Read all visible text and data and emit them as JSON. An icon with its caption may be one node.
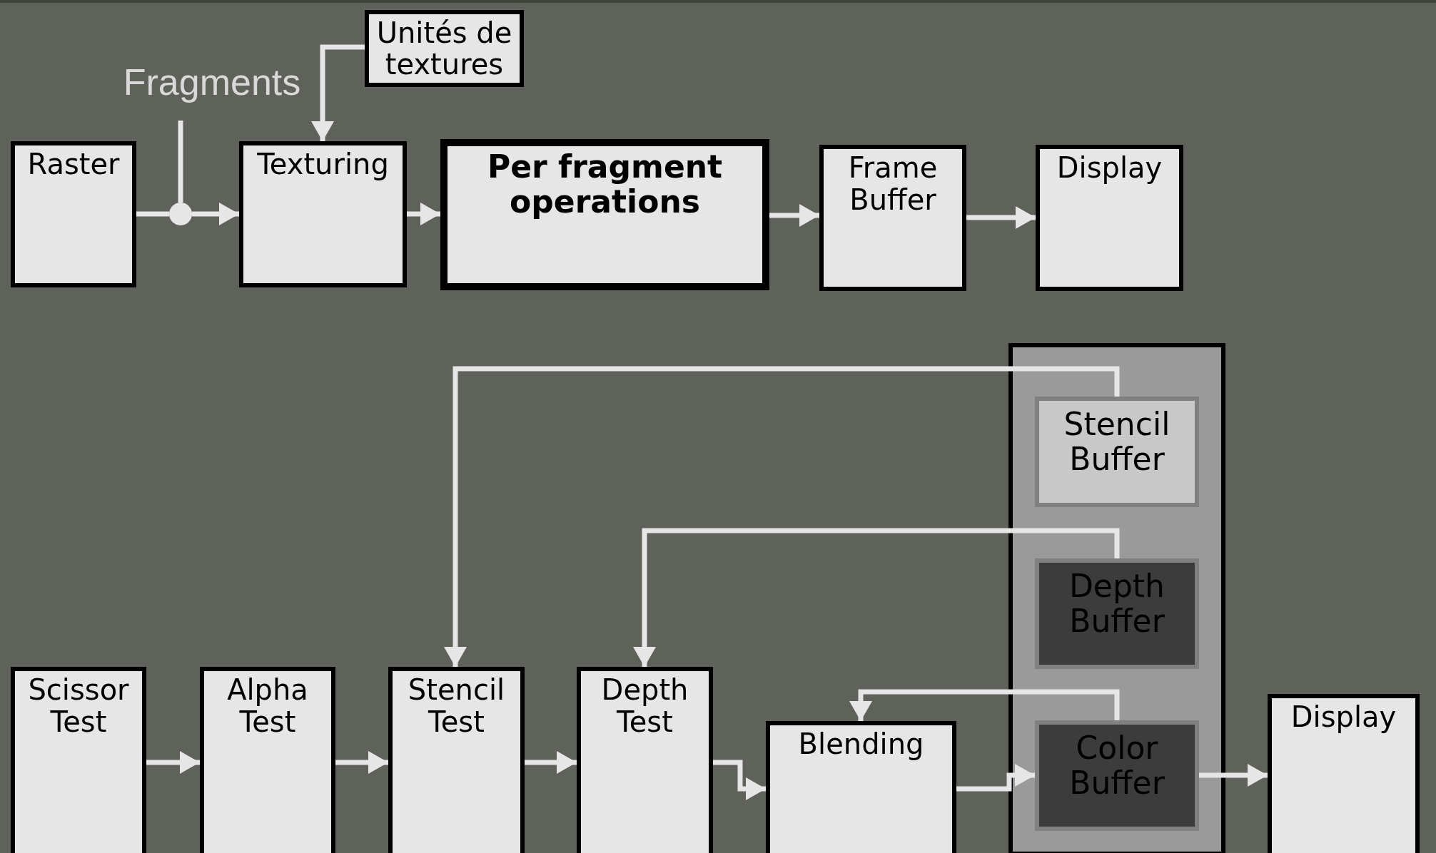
{
  "diagram": {
    "nodes": [
      {
        "text": [
          "Unités de textures"
        ]
      },
      {
        "text": [
          "Fragments"
        ]
      },
      {
        "text": [
          "Raster"
        ]
      },
      {
        "text": [],
        "shape": "circle"
      },
      {
        "text": [
          "Texturing"
        ]
      },
      {
        "text": [
          "Per fragment operations"
        ]
      },
      {
        "text": [
          "Frame Buffer"
        ]
      },
      {
        "text": [
          "Display"
        ]
      },
      {
        "text": [],
        "shape": "box"
      },
      {
        "text": [
          "Stencil Buffer"
        ],
        "in": 8
      },
      {
        "text": [
          "Depth Buffer"
        ],
        "in": 8
      },
      {
        "text": [
          "Scissor Test"
        ]
      },
      {
        "text": [
          "Alpha Test"
        ]
      },
      {
        "text": [
          "Stencil Test"
        ]
      },
      {
        "text": [
          "Depth Test"
        ]
      },
      {
        "text": [
          "Blending"
        ]
      },
      {
        "text": [
          "Color Buffer"
        ],
        "in": 8
      },
      {
        "text": [
          "Display"
        ]
      }
    ],
    "edges": [
      {
        "from": 2,
        "to": 3,
        "arrow": "none"
      },
      {
        "from": 1,
        "to": 3,
        "arrow": "none"
      },
      {
        "from": 3,
        "to": 4,
        "arrow": "to"
      },
      {
        "from": 0,
        "to": 4,
        "arrow": "to"
      },
      {
        "from": 4,
        "to": 5,
        "arrow": "to"
      },
      {
        "from": 5,
        "to": 6,
        "arrow": "to"
      },
      {
        "from": 6,
        "to": 7,
        "arrow": "to"
      },
      {
        "from": 11,
        "to": 12,
        "arrow": "to"
      },
      {
        "from": 12,
        "to": 13,
        "arrow": "to"
      },
      {
        "from": 13,
        "to": 14,
        "arrow": "to"
      },
      {
        "from": 14,
        "to": 15,
        "arrow": "to"
      },
      {
        "from": 15,
        "to": 16,
        "arrow": "to"
      },
      {
        "from": 16,
        "to": 17,
        "arrow": "to"
      },
      {
        "from": 9,
        "to": 13,
        "arrow": "to"
      },
      {
        "from": 10,
        "to": 14,
        "arrow": "to"
      },
      {
        "from": 16,
        "to": 15,
        "arrow": "to"
      }
    ]
  }
}
